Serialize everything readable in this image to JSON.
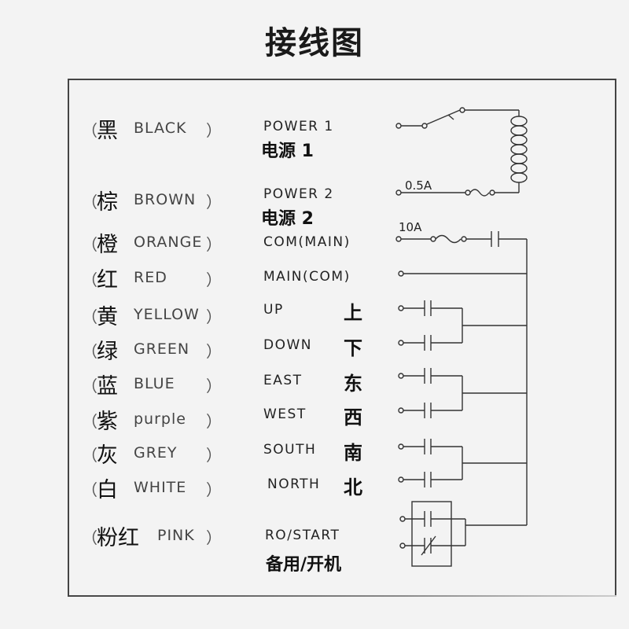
{
  "title": "接线图",
  "wires": [
    {
      "cn": "黑",
      "en": "BLACK",
      "signal": "POWER  1",
      "signal_cn": "电源 1",
      "dir_cn": ""
    },
    {
      "cn": "棕",
      "en": "BROWN",
      "signal": "POWER  2",
      "signal_cn": "电源 2",
      "dir_cn": ""
    },
    {
      "cn": "橙",
      "en": "ORANGE",
      "signal": "COM(MAIN)",
      "signal_cn": "",
      "dir_cn": ""
    },
    {
      "cn": "红",
      "en": "RED",
      "signal": "MAIN(COM)",
      "signal_cn": "",
      "dir_cn": ""
    },
    {
      "cn": "黄",
      "en": "YELLOW",
      "signal": "UP",
      "signal_cn": "",
      "dir_cn": "上"
    },
    {
      "cn": "绿",
      "en": "GREEN",
      "signal": "DOWN",
      "signal_cn": "",
      "dir_cn": "下"
    },
    {
      "cn": "蓝",
      "en": "BLUE",
      "signal": "EAST",
      "signal_cn": "",
      "dir_cn": "东"
    },
    {
      "cn": "紫",
      "en": "purple",
      "signal": "WEST",
      "signal_cn": "",
      "dir_cn": "西"
    },
    {
      "cn": "灰",
      "en": "GREY",
      "signal": "SOUTH",
      "signal_cn": "",
      "dir_cn": "南"
    },
    {
      "cn": "白",
      "en": "WHITE",
      "signal": "NORTH",
      "signal_cn": "",
      "dir_cn": "北"
    },
    {
      "cn": "粉红",
      "en": "PINK",
      "signal": "RO/START",
      "signal_cn": "备用/开机",
      "dir_cn": ""
    }
  ],
  "fuse_labels": {
    "fuse_small": "0.5A",
    "fuse_large": "10A"
  },
  "parens": {
    "open": "（",
    "close": "）"
  }
}
